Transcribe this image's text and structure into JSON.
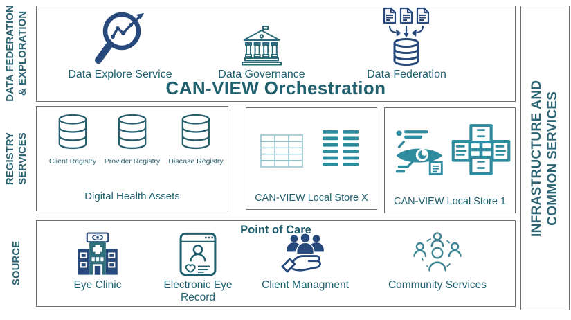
{
  "palette": {
    "navy": "#27497C",
    "teal_solid": "#2E8C9E",
    "teal_outline": "#2A6B77",
    "teal_light": "#93C0CA",
    "text": "#1F6170",
    "rail_text": "#2C6474",
    "border": "#6E6E6E"
  },
  "rails": {
    "left": [
      {
        "line1": "DATA FEDERATION",
        "line2": "& EXPLORATION"
      },
      {
        "line1": "REGISTRY",
        "line2": "SERVICES"
      },
      {
        "line1": "SOURCE"
      }
    ],
    "right": {
      "line1": "INFRASTRUCTURE AND",
      "line2": "COMMON SERVICES"
    }
  },
  "orchestration": {
    "title": "CAN-VIEW Orchestration",
    "items": [
      {
        "label": "Data Explore Service",
        "icon": "magnifier-chart-icon"
      },
      {
        "label": "Data Governance",
        "icon": "governance-bank-icon"
      },
      {
        "label": "Data Federation",
        "icon": "documents-to-database-icon"
      }
    ]
  },
  "registry": {
    "digital_health_assets": {
      "label": "Digital Health Assets",
      "items": [
        {
          "label": "Client Registry",
          "icon": "database-icon"
        },
        {
          "label": "Provider Registry",
          "icon": "database-icon"
        },
        {
          "label": "Disease Registry",
          "icon": "database-icon"
        }
      ]
    },
    "local_store_x": {
      "label": "CAN-VIEW Local Store X",
      "icons": [
        "data-table-icon",
        "record-lists-icon"
      ]
    },
    "local_store_1": {
      "label": "CAN-VIEW Local Store 1",
      "icons": [
        "eye-exam-icon",
        "server-cluster-icon"
      ]
    }
  },
  "source": {
    "title": "Point of Care",
    "items": [
      {
        "label": "Eye Clinic",
        "icon": "eye-clinic-icon"
      },
      {
        "label": "Electronic Eye Record",
        "icon": "electronic-record-icon"
      },
      {
        "label": "Client Managment",
        "icon": "client-management-icon"
      },
      {
        "label": "Community Services",
        "icon": "community-services-icon"
      }
    ]
  }
}
